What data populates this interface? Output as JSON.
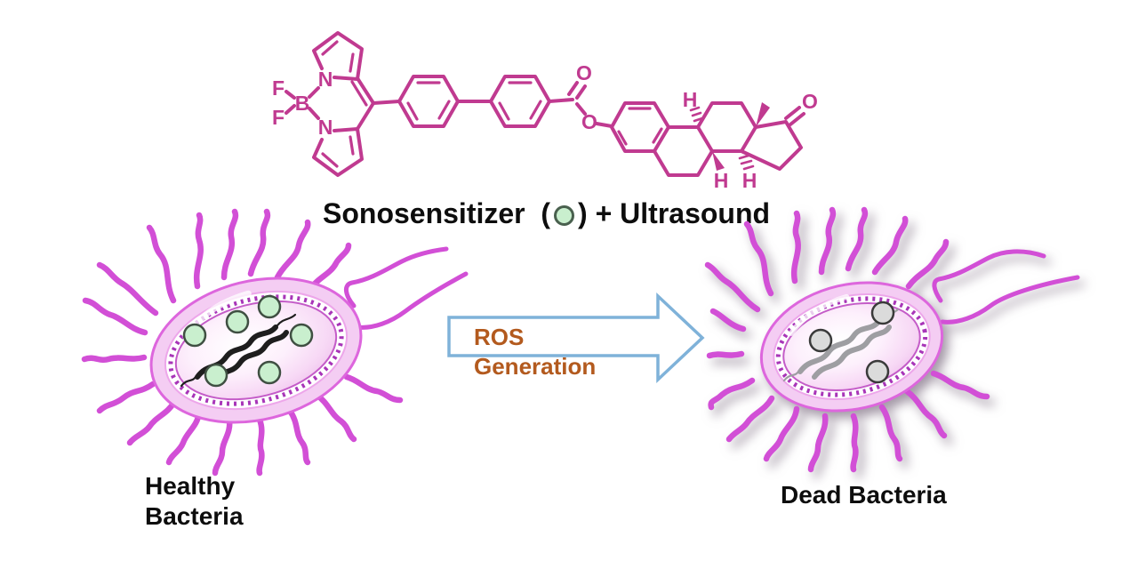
{
  "figure": {
    "caption": {
      "prefix": "Sonosensitizer  (",
      "suffix": ") + Ultrasound"
    },
    "arrow": {
      "line1": "ROS",
      "line2": "Generation"
    },
    "left_label": {
      "line1": "Healthy",
      "line2": "Bacteria"
    },
    "right_label": {
      "text": "Dead Bacteria"
    }
  },
  "molecule": {
    "atoms": {
      "f_top": "F",
      "f_bottom": "F",
      "boron": "B",
      "n_top": "N",
      "n_bottom": "N",
      "o_carbonyl": "O",
      "o_ester": "O",
      "o_ketone": "O",
      "h_c9": "H",
      "h_c8": "H",
      "h_c14": "H"
    },
    "color": "#c03a90"
  },
  "colors": {
    "flagella": "#d24fd6",
    "capsule_fill": "#f4cdf3",
    "sensitizer_dot_fill": "#c9efce",
    "dead_dot_fill": "#dbdbdb",
    "arrow_outline": "#7fb2d9",
    "arrow_text": "#b35a1e",
    "label_text": "#0d0d0d"
  }
}
